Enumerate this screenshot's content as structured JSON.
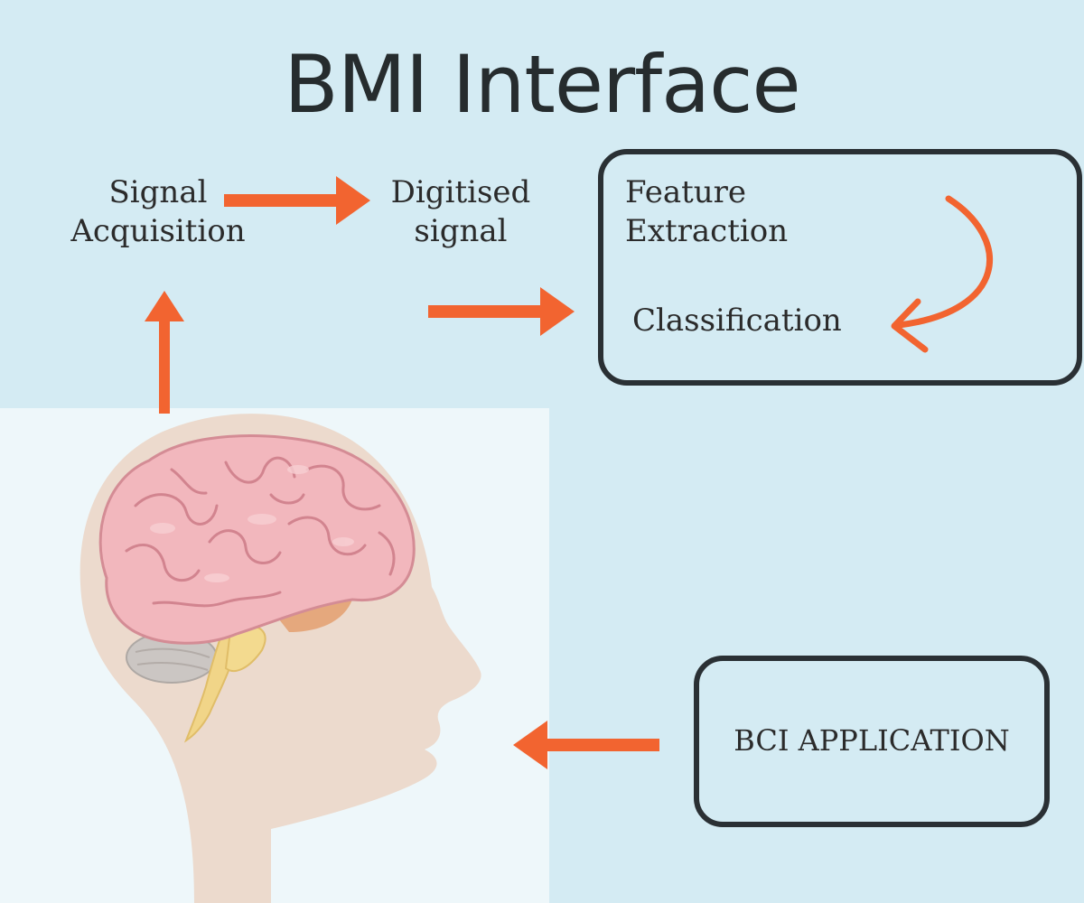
{
  "title": "BMI Interface",
  "nodes": {
    "signal_acquisition": "Signal\nAcquisition",
    "digitised_signal": "Digitised\nsignal",
    "feature_extraction": "Feature\nExtraction",
    "classification": "Classification",
    "bci_application": "BCI APPLICATION"
  },
  "colors": {
    "background": "#d4ebf3",
    "panel": "#eef7fa",
    "arrow": "#f26430",
    "box_border": "#2a3034",
    "text": "#2b2b2b"
  },
  "icons": {
    "head": "human-head-profile-icon",
    "brain": "brain-icon"
  }
}
